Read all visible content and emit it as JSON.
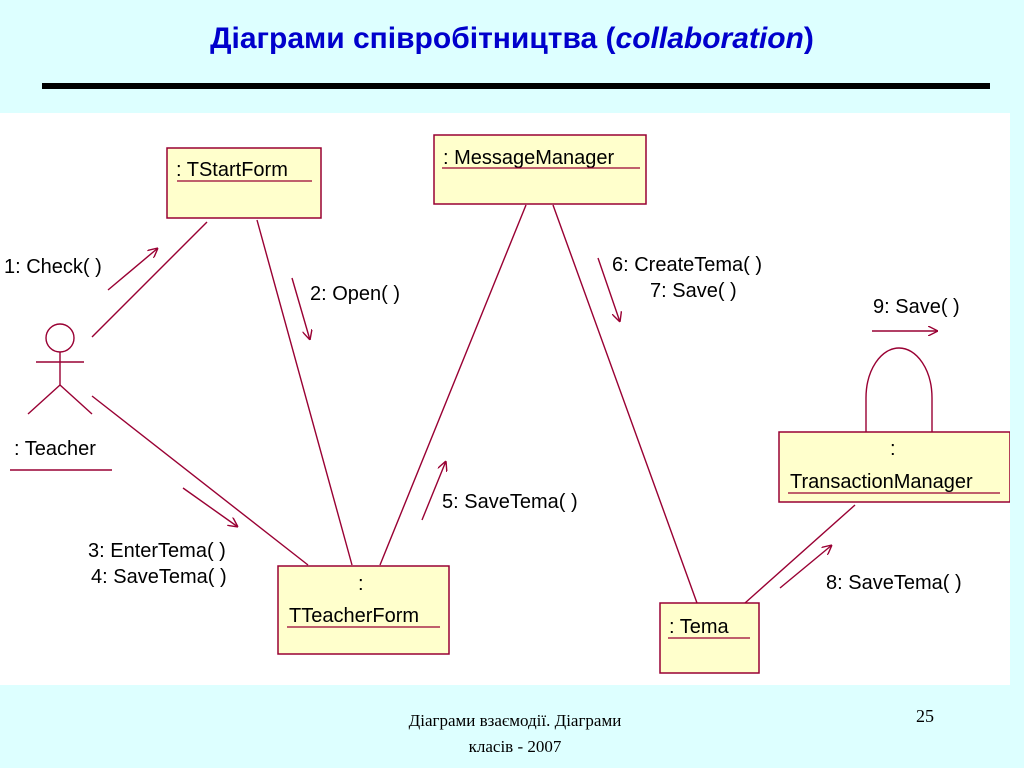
{
  "slide": {
    "title_main": "Діаграми співробітництва (",
    "title_italic": "collaboration",
    "title_end": ")",
    "footer_line1": "Діаграми взаємодії. Діаграми",
    "footer_line2": "класів - 2007",
    "page_number": "25"
  },
  "diagram": {
    "actor": {
      "label": ": Teacher"
    },
    "objects": {
      "tstartform": ": TStartForm",
      "messagemanager": ": MessageManager",
      "tteacherform_prefix": ":",
      "tteacherform": "TTeacherForm",
      "tema": ": Tema",
      "transactionmanager_prefix": ":",
      "transactionmanager": "TransactionManager"
    },
    "messages": {
      "m1": "1: Check( )",
      "m2": "2: Open( )",
      "m3": "3: EnterTema( )",
      "m4": "4: SaveTema( )",
      "m5": "5: SaveTema( )",
      "m6": "6: CreateTema( )",
      "m7": "7: Save( )",
      "m8": "8: SaveTema( )",
      "m9": "9: Save( )"
    },
    "colors": {
      "box_fill": "#ffffcc",
      "line": "#990033",
      "title": "#0000cc",
      "background": "#ddffff"
    }
  }
}
